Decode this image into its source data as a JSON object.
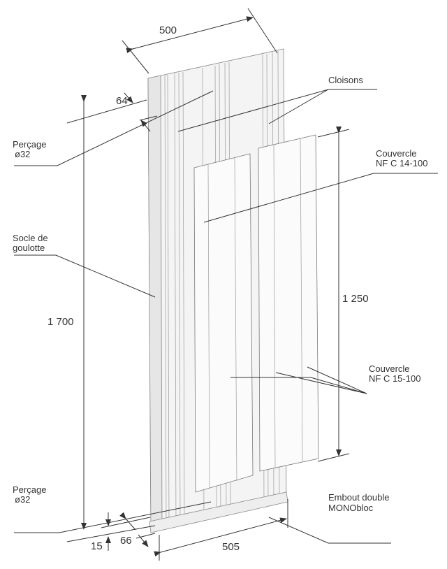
{
  "dimensions": {
    "width_top": "500",
    "depth_top": "64",
    "height_total": "1 700",
    "height_cover": "1 250",
    "width_bottom": "505",
    "base_height": "15",
    "depth_bottom": "66"
  },
  "labels": {
    "cloisons": "Cloisons",
    "percage_top": [
      "Perçage",
      "ø32"
    ],
    "couvercle_14": [
      "Couvercle",
      "NF C 14-100"
    ],
    "socle": [
      "Socle de",
      "goulotte"
    ],
    "couvercle_15": [
      "Couvercle",
      "NF C 15-100"
    ],
    "percage_bottom": [
      "Perçage",
      "ø32"
    ],
    "embout": [
      "Embout double",
      "MONObloc"
    ]
  }
}
